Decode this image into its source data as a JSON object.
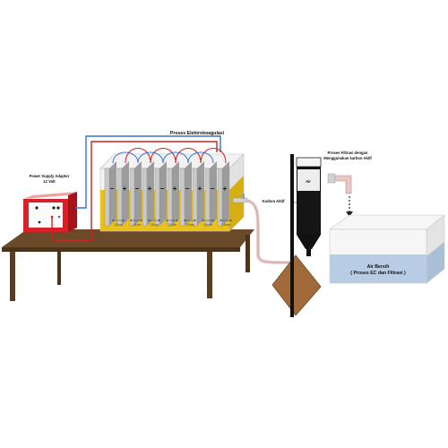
{
  "labels": {
    "power_supply_line1": "Power Supply Adaptor",
    "power_supply_line2": "12 Volt",
    "elektrokoagulasi": "Proses Elektrokoagulasi",
    "filtrasi_line1": "Proses Filtrasi dengan",
    "filtrasi_line2": "Menggunakan karbon Aktif",
    "air": "Air",
    "karbon_aktif": "Karbon Aktif",
    "air_bersih_line1": "Air Bersih",
    "air_bersih_line2": "( Proses EC dan Filtrasi )"
  },
  "electrode_signs": [
    "−",
    "+",
    "−",
    "+",
    "−",
    "+",
    "−",
    "+",
    "−",
    "+"
  ],
  "gap_labels": [
    "1,5 cm",
    "1,5 cm",
    "1,5 cm",
    "1,5 cm",
    "1,5 cm",
    "1,5 cm",
    "1,5 cm"
  ],
  "colors": {
    "table": "#6b4a2a",
    "power_supply": "#d8202a",
    "water_yellow": "#e8c21a",
    "clean_water": "#b8cde4",
    "wire_red": "#d81e1e",
    "wire_blue": "#3a6fd0",
    "column": "#111111",
    "sediment_box": "#a06a3a"
  }
}
